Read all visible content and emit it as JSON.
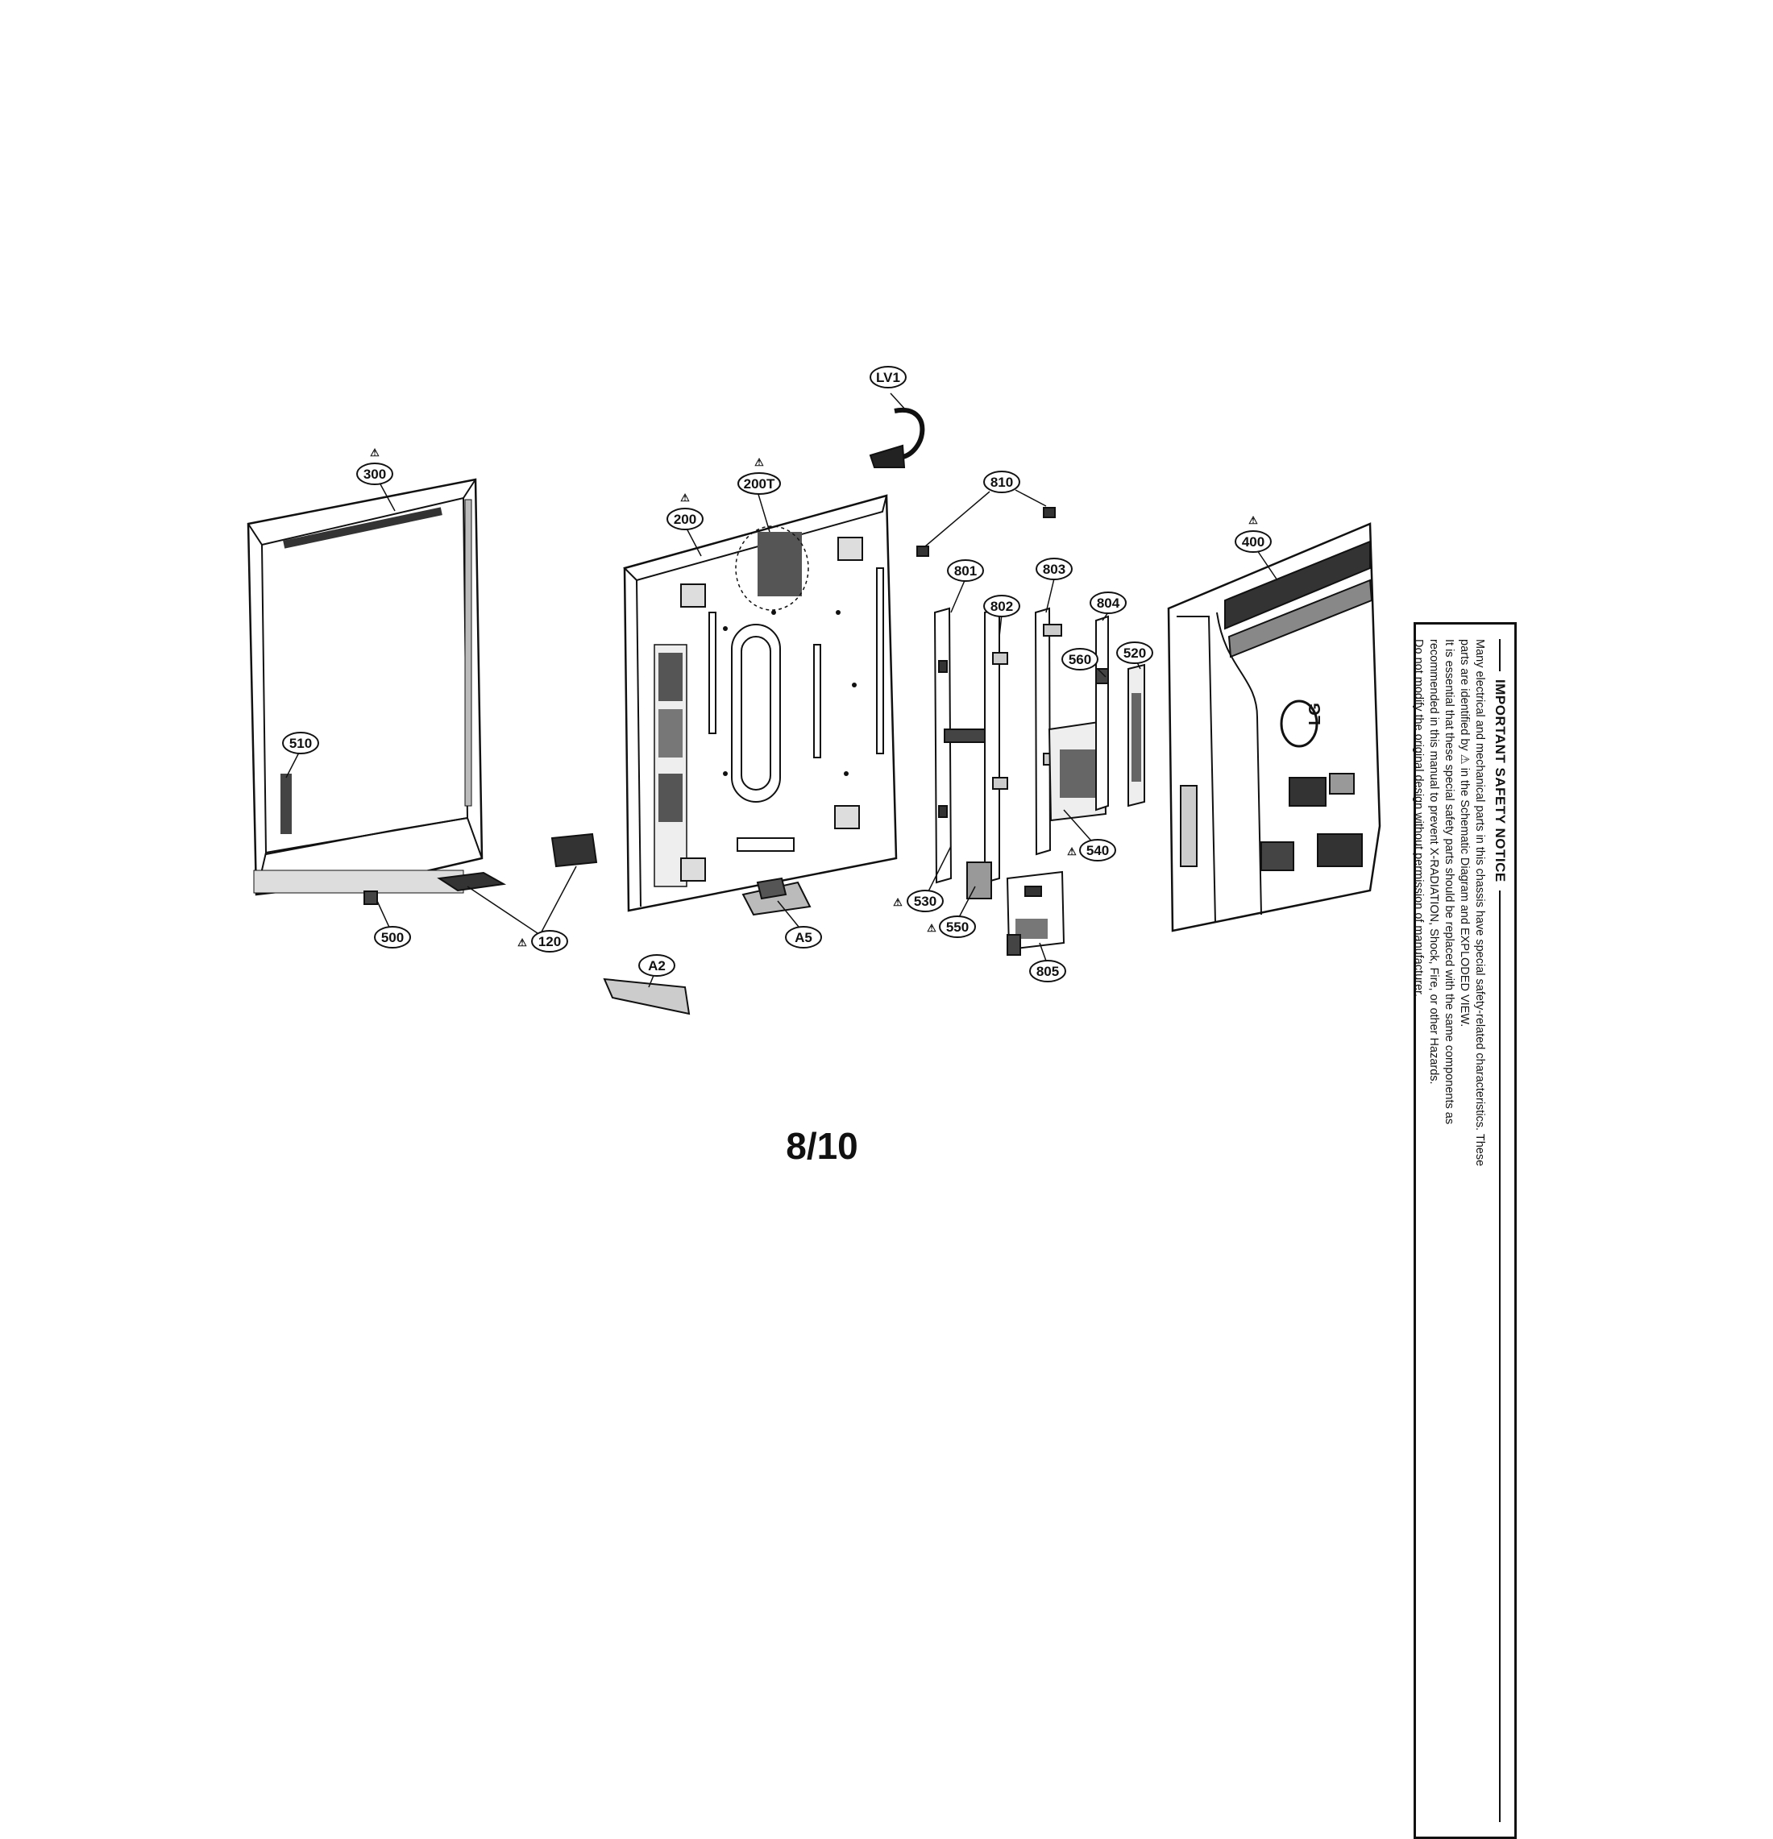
{
  "page_number": "8/10",
  "callouts": {
    "p300": "300",
    "p510": "510",
    "p500": "500",
    "p120": "120",
    "p200": "200",
    "p200t": "200T",
    "pA5": "A5",
    "pA2": "A2",
    "pLV1": "LV1",
    "p810": "810",
    "p801": "801",
    "p802": "802",
    "p803": "803",
    "p804": "804",
    "p560": "560",
    "p520": "520",
    "p530": "530",
    "p550": "550",
    "p540": "540",
    "p805": "805",
    "p400": "400"
  },
  "warning_symbol": "⚠",
  "safety_notice": {
    "title": "IMPORTANT SAFETY NOTICE",
    "lines": [
      "Many electrical and mechanical parts in this chassis have special safety-related characteristics. These",
      "parts are identified by ⚠ in the Schematic Diagram and EXPLODED VIEW.",
      "It is essential that these special safety parts should be replaced with the same components as",
      "recommended in this manual to prevent X-RADIATION, Shock, Fire, or other Hazards.",
      "Do not modify the original design without permission of manufacturer."
    ]
  },
  "brand_logo": "LG"
}
